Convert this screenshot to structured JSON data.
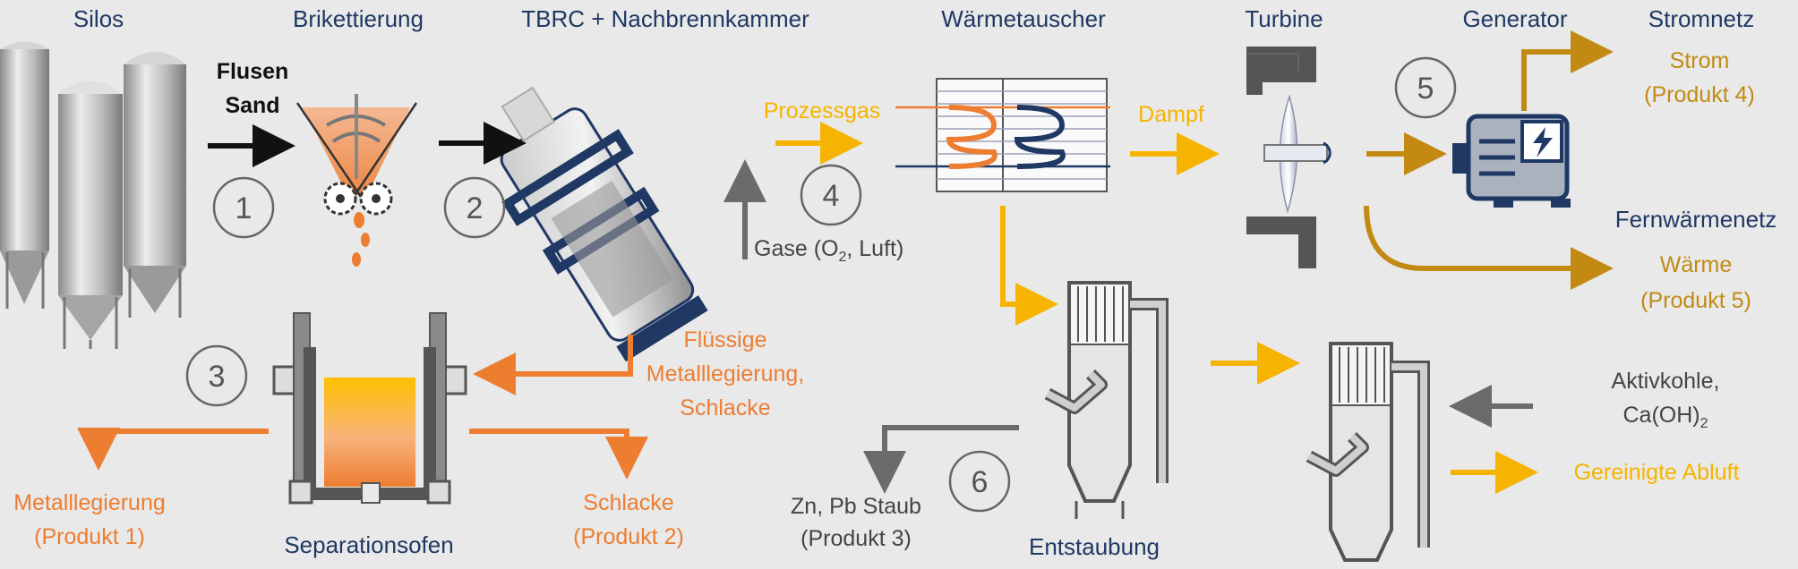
{
  "headers": {
    "silos": "Silos",
    "brikettierung": "Brikettierung",
    "tbrc": "TBRC + Nachbrennkammer",
    "waermetauscher": "Wärmetauscher",
    "turbine": "Turbine",
    "generator": "Generator",
    "stromnetz": "Stromnetz",
    "fernwaermenetz": "Fernwärmenetz",
    "separationsofen": "Separationsofen",
    "entstaubung": "Entstaubung"
  },
  "inputs": {
    "flusen": "Flusen",
    "sand": "Sand"
  },
  "steps": [
    "1",
    "2",
    "3",
    "4",
    "5",
    "6"
  ],
  "flows": {
    "prozessgas": "Prozessgas",
    "dampf": "Dampf",
    "gase_prefix": "Gase (O",
    "gase_sub": "2",
    "gase_suffix": ", Luft)",
    "fluessig_1": "Flüssige",
    "fluessig_2": "Metalllegierung,",
    "fluessig_3": "Schlacke",
    "aktivkohle_1": "Aktivkohle,",
    "aktivkohle_2_prefix": "Ca(OH)",
    "aktivkohle_2_sub": "2",
    "gereinigte_abluft": "Gereinigte Abluft"
  },
  "products": {
    "strom": "Strom",
    "strom_sub": "(Produkt 4)",
    "waerme": "Wärme",
    "waerme_sub": "(Produkt 5)",
    "metall": "Metalllegierung",
    "metall_sub": "(Produkt 1)",
    "schlacke": "Schlacke",
    "schlacke_sub": "(Produkt 2)",
    "staub": "Zn, Pb Staub",
    "staub_sub": "(Produkt 3)"
  },
  "colors": {
    "navy": "#1f3864",
    "orange": "#ed7d31",
    "yellow": "#f6b300",
    "gold": "#c28a12",
    "gray": "#6b6b6b",
    "black": "#111111"
  }
}
